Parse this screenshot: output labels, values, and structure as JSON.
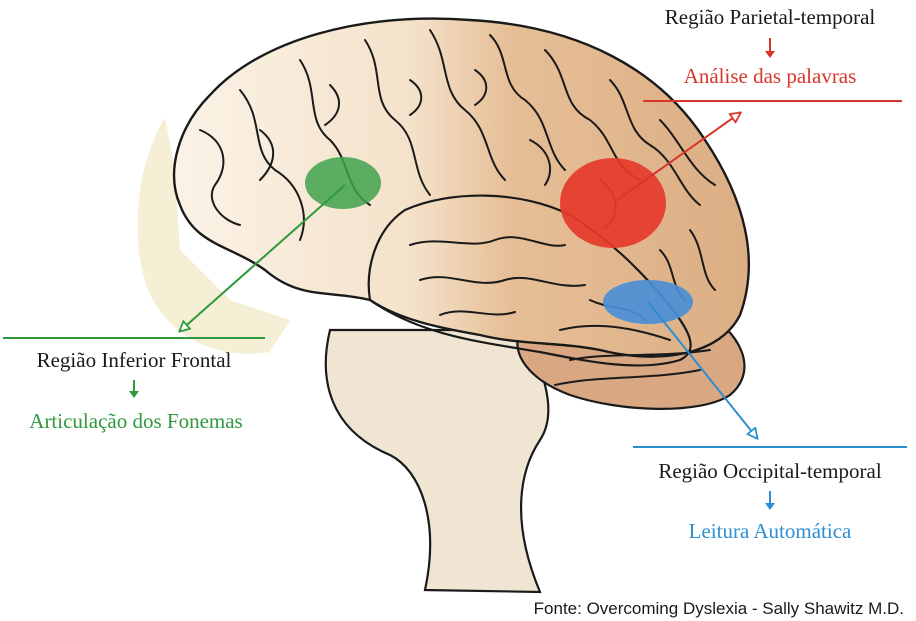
{
  "colors": {
    "green": "#2e9a3c",
    "red": "#d9352a",
    "blue": "#2d8fd0",
    "brain_rear": "#e0b78e",
    "brain_front": "#f8ecdc",
    "brain_outline": "#1a1a1a",
    "cerebellum": "#d9a882",
    "stem": "#efe5d2"
  },
  "regions": {
    "parietal_temporal": {
      "region": "Região Parietal-temporal",
      "function": "Análise das palavras"
    },
    "inferior_frontal": {
      "region": "Região Inferior Frontal",
      "function": "Articulação dos Fonemas"
    },
    "occipital_temporal": {
      "region": "Região Occipital-temporal",
      "function": "Leitura Automática"
    }
  },
  "source": "Fonte: Overcoming Dyslexia - Sally Shawitz M.D."
}
